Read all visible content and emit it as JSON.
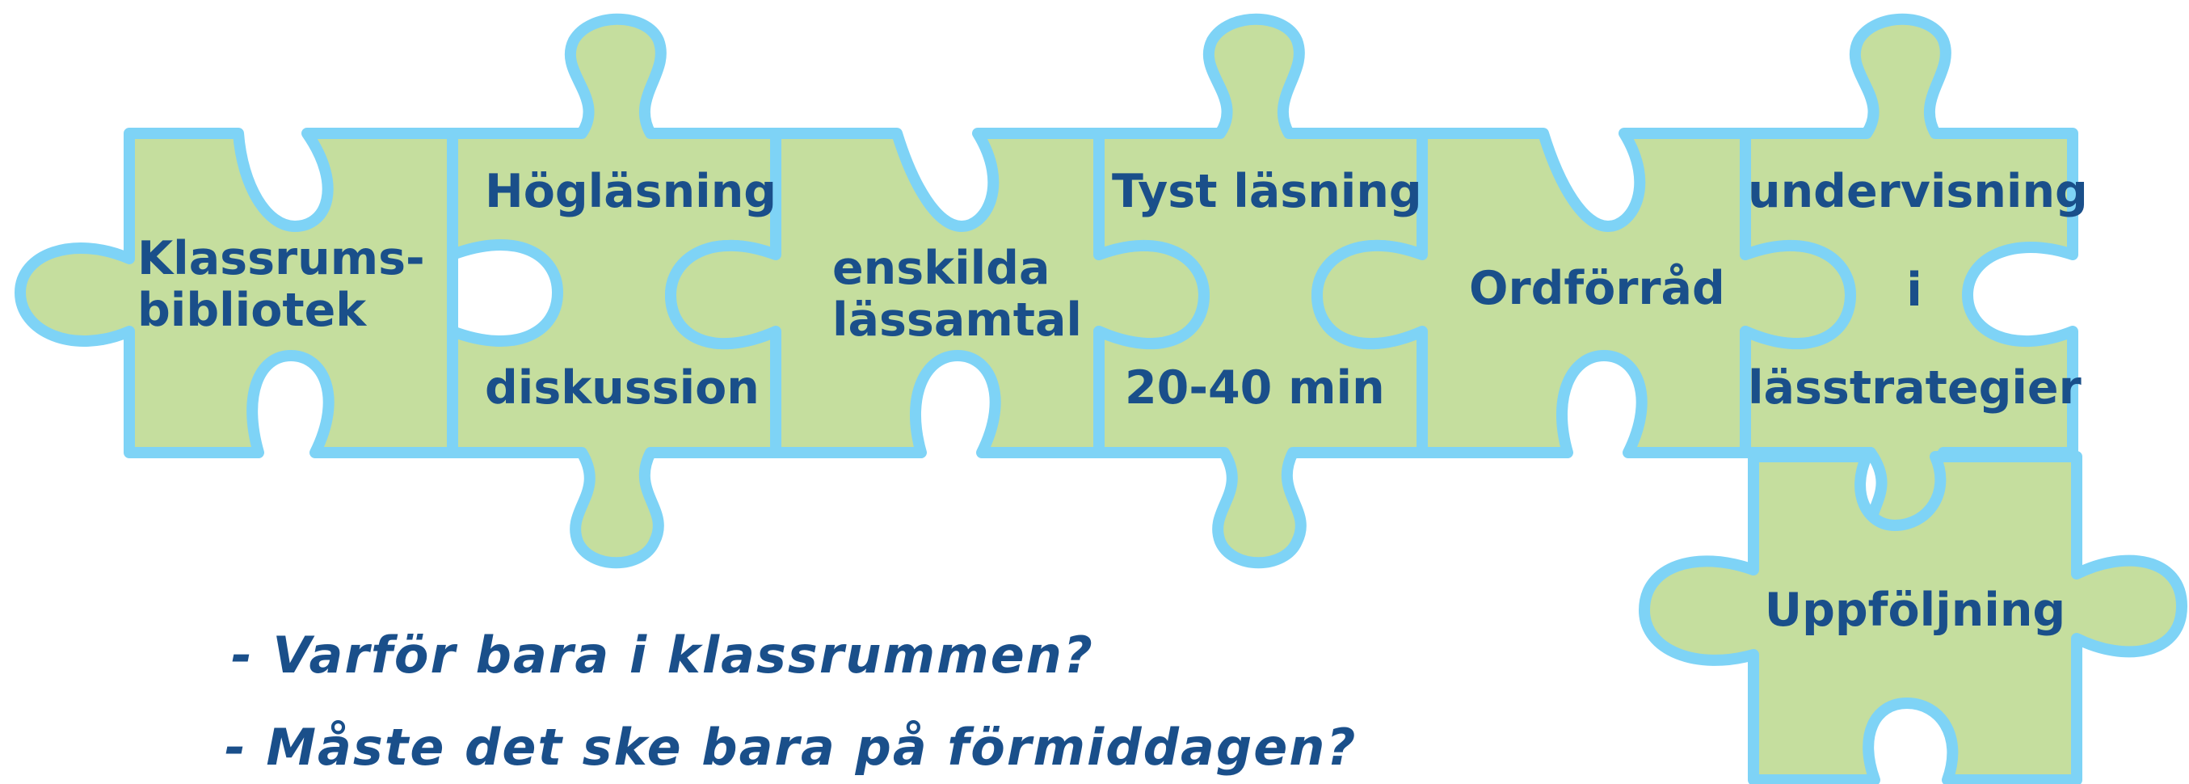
{
  "pieces": [
    {
      "id": "p1",
      "lines": [
        "Klassrums-",
        "bibliotek"
      ]
    },
    {
      "id": "p2",
      "lines": [
        "Högläsning",
        "diskussion"
      ]
    },
    {
      "id": "p3",
      "lines": [
        "enskilda",
        "lässamtal"
      ]
    },
    {
      "id": "p4",
      "lines": [
        "Tyst läsning",
        "20-40 min"
      ]
    },
    {
      "id": "p5",
      "lines": [
        "Ordförråd"
      ]
    },
    {
      "id": "p6",
      "lines": [
        "undervisning",
        "i",
        "lässtrategier"
      ]
    },
    {
      "id": "p7",
      "lines": [
        "Uppföljning"
      ]
    }
  ],
  "questions": [
    "- Varför bara i klassrummen?",
    "- Måste det ske bara på förmiddagen?"
  ],
  "colors": {
    "fill": "#c5de9e",
    "stroke": "#7ed3f6",
    "text": "#1a4f8a"
  }
}
